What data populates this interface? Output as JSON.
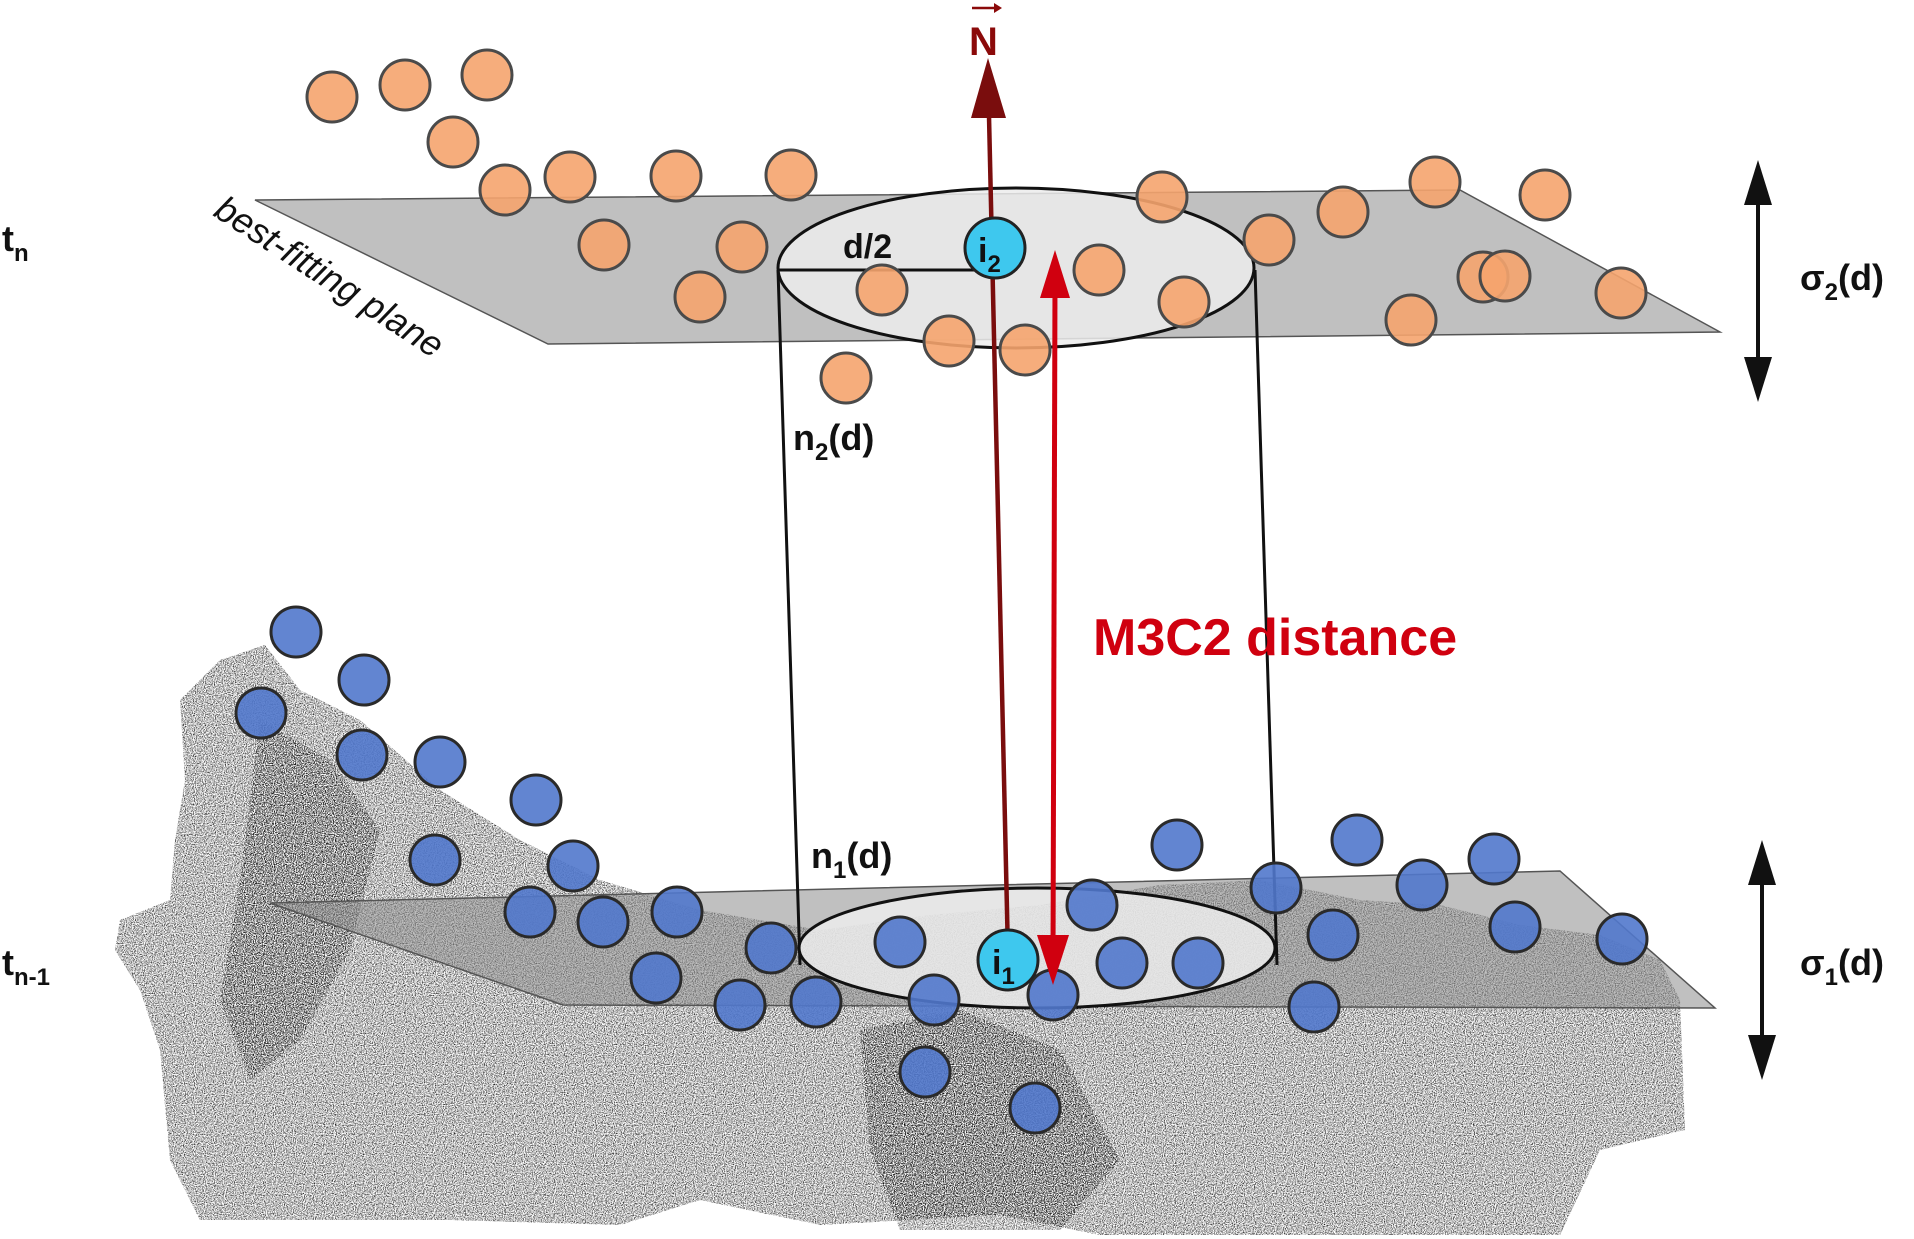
{
  "labels": {
    "normal": "N",
    "t_n_base": "t",
    "t_n_sub": "n",
    "t_n1_base": "t",
    "t_n1_sub": "n-1",
    "sigma2_base": "σ",
    "sigma2_sub": "2",
    "sigma2_tail": "(d)",
    "sigma1_base": "σ",
    "sigma1_sub": "1",
    "sigma1_tail": "(d)",
    "plane": "best-fitting plane",
    "d_half": "d/2",
    "n2_base": "n",
    "n2_sub": "2",
    "n2_tail": "(d)",
    "n1_base": "n",
    "n1_sub": "1",
    "n1_tail": "(d)",
    "i2_base": "i",
    "i2_sub": "2",
    "i1_base": "i",
    "i1_sub": "1",
    "distance": "M3C2 distance"
  },
  "colors": {
    "orange_point": "#f5a46e",
    "blue_point": "#5178cc",
    "core_point": "#3ec8ee",
    "normal_arrow": "#7a0d0d",
    "distance_arrow": "#d0000f",
    "plane": "#8c8c8c"
  }
}
